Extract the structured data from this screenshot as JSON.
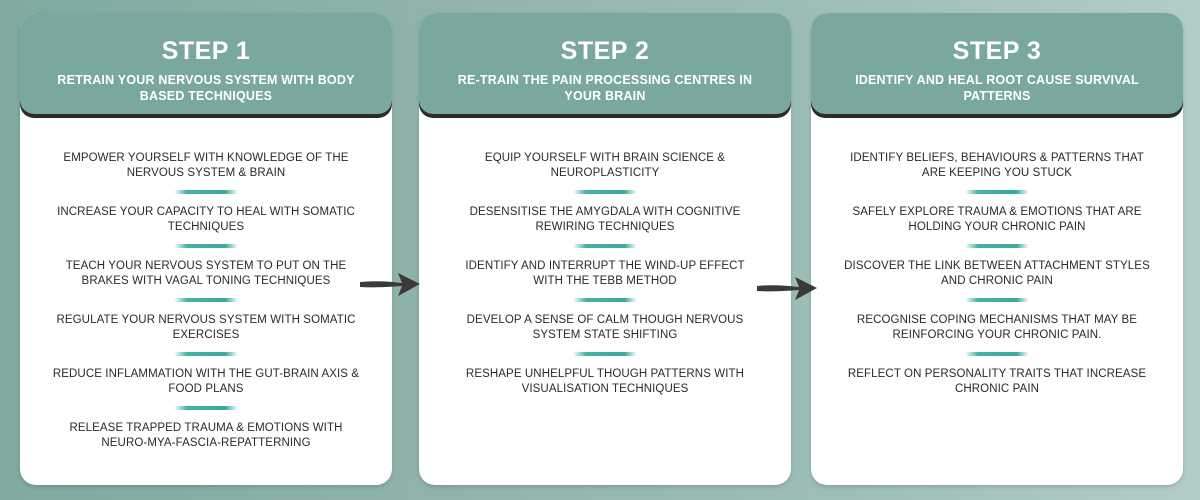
{
  "steps": [
    {
      "title": "STEP 1",
      "subtitle": "RETRAIN YOUR NERVOUS SYSTEM WITH BODY BASED TECHNIQUES",
      "items": [
        "EMPOWER YOURSELF WITH KNOWLEDGE OF THE NERVOUS SYSTEM & BRAIN",
        "INCREASE YOUR CAPACITY TO HEAL WITH SOMATIC TECHNIQUES",
        "TEACH YOUR NERVOUS SYSTEM TO PUT ON THE BRAKES WITH VAGAL TONING TECHNIQUES",
        "REGULATE YOUR NERVOUS SYSTEM WITH SOMATIC EXERCISES",
        "REDUCE INFLAMMATION WITH THE GUT-BRAIN AXIS & FOOD PLANS",
        "RELEASE TRAPPED TRAUMA & EMOTIONS WITH NEURO-MYA-FASCIA-REPATTERNING"
      ]
    },
    {
      "title": "STEP 2",
      "subtitle": "RE-TRAIN THE PAIN PROCESSING CENTRES IN YOUR BRAIN",
      "items": [
        "EQUIP YOURSELF WITH BRAIN SCIENCE & NEUROPLASTICITY",
        "DESENSITISE THE AMYGDALA WITH COGNITIVE REWIRING TECHNIQUES",
        "IDENTIFY AND INTERRUPT THE WIND-UP EFFECT WITH THE TEBB METHOD",
        "DEVELOP A SENSE OF CALM THOUGH NERVOUS SYSTEM STATE SHIFTING",
        "RESHAPE UNHELPFUL THOUGH PATTERNS WITH VISUALISATION TECHNIQUES"
      ]
    },
    {
      "title": "STEP 3",
      "subtitle": "IDENTIFY AND HEAL ROOT CAUSE SURVIVAL PATTERNS",
      "items": [
        "IDENTIFY BELIEFS, BEHAVIOURS & PATTERNS THAT ARE KEEPING YOU STUCK",
        "SAFELY EXPLORE TRAUMA & EMOTIONS THAT ARE HOLDING YOUR CHRONIC PAIN",
        "DISCOVER THE LINK BETWEEN ATTACHMENT STYLES AND CHRONIC PAIN",
        "RECOGNISE COPING MECHANISMS  THAT MAY BE REINFORCING YOUR CHRONIC PAIN.",
        "REFLECT ON PERSONALITY TRAITS THAT INCREASE CHRONIC PAIN"
      ]
    }
  ],
  "colors": {
    "header": "#7aa79f",
    "divider": "#45b3a8",
    "arrow": "#3a3a3a",
    "background": "#8fb3ab"
  },
  "icons": {
    "connector": "arrow-right-icon"
  }
}
